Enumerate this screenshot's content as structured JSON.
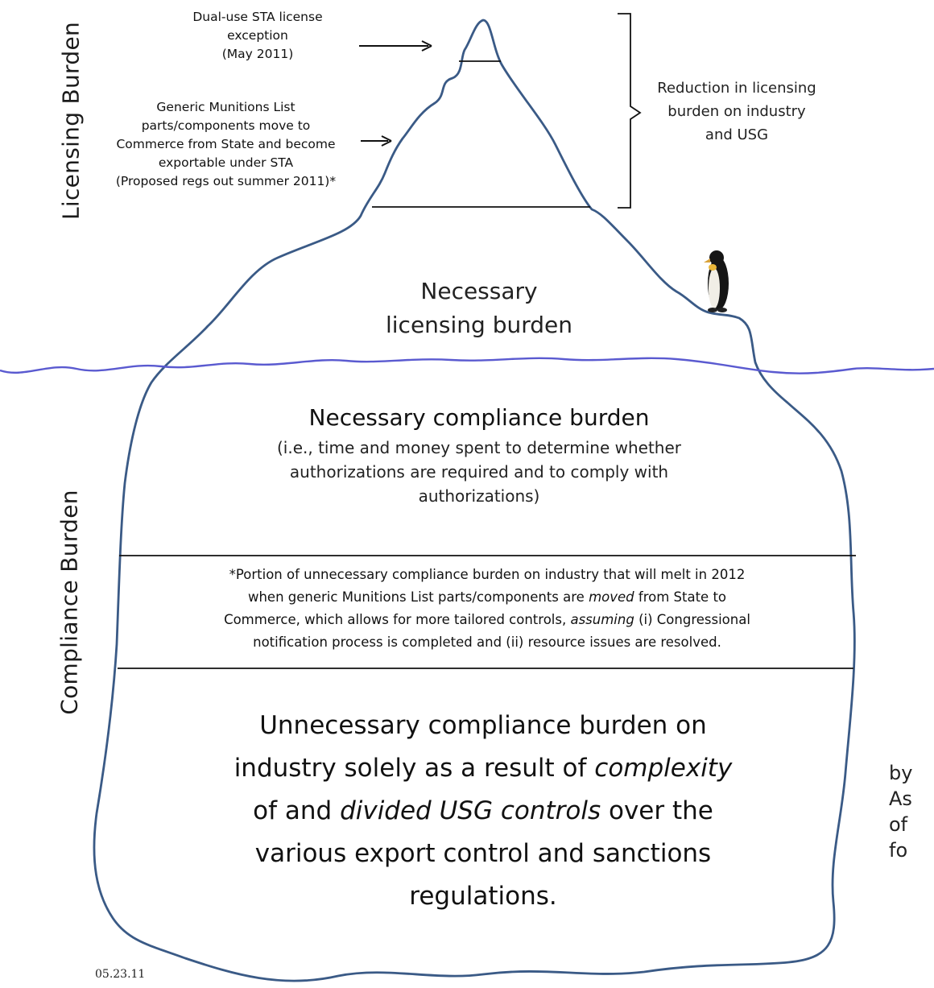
{
  "side_labels": {
    "licensing": "Licensing Burden",
    "compliance": "Compliance Burden"
  },
  "tip_annotations": {
    "sta_exception": [
      "Dual-use STA license",
      "exception",
      "(May 2011)"
    ],
    "munitions": [
      "Generic Munitions List",
      "parts/components move to",
      "Commerce from State and become",
      "exportable under STA",
      "(Proposed regs out summer 2011)*"
    ]
  },
  "reduction_label": [
    "Reduction in licensing",
    "burden on industry",
    "and USG"
  ],
  "necessary_licensing": [
    "Necessary",
    "licensing burden"
  ],
  "necessary_compliance": {
    "title": "Necessary compliance burden",
    "desc": [
      "(i.e., time and money spent to determine whether",
      "authorizations are required and to comply with",
      "authorizations)"
    ]
  },
  "portion_note": {
    "line1": "*Portion of unnecessary compliance burden on industry that will melt in 2012",
    "line2_a": "when generic Munitions List parts/components are ",
    "line2_em": "moved",
    "line2_b": " from State to",
    "line3_a": "Commerce, which allows for more tailored controls, ",
    "line3_em": "assuming",
    "line3_b": " (i) Congressional",
    "line4": "notification process is completed and (ii) resource issues are resolved."
  },
  "unnecessary": {
    "line1": "Unnecessary compliance burden on",
    "line2_a": "industry solely as a result of ",
    "line2_em": "complexity",
    "line3_a": "of and ",
    "line3_em": "divided USG controls",
    "line3_b": " over the",
    "line4": "various export control and sanctions",
    "line5": "regulations."
  },
  "date_stamp": "05.23.11",
  "cut_off_text": [
    "by",
    "As",
    "of",
    "fo"
  ],
  "colors": {
    "iceberg_outline": "#3a5a86",
    "water": "#5a5ad0",
    "text": "#111111"
  }
}
